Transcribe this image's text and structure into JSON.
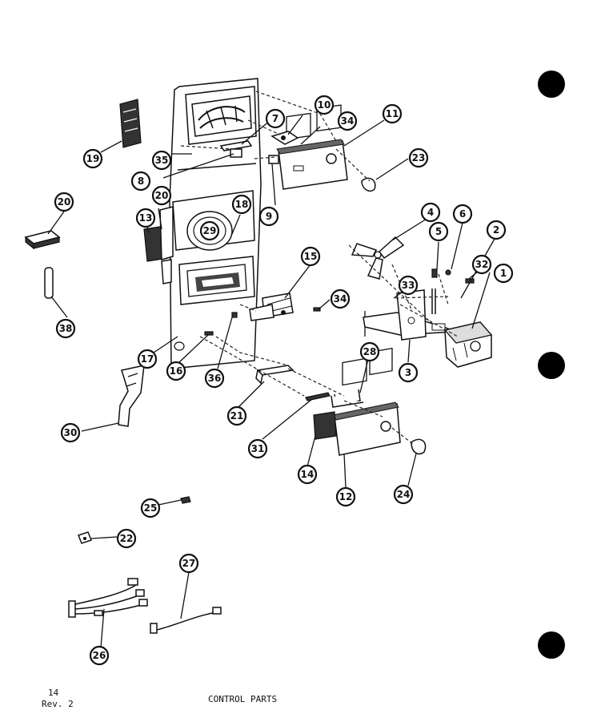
{
  "footer": {
    "page_number": "14",
    "revision": "Rev. 2",
    "title": "CONTROL PARTS"
  },
  "callouts": [
    {
      "id": "c1",
      "label": "1"
    },
    {
      "id": "c2",
      "label": "2"
    },
    {
      "id": "c3",
      "label": "3"
    },
    {
      "id": "c4",
      "label": "4"
    },
    {
      "id": "c5",
      "label": "5"
    },
    {
      "id": "c6",
      "label": "6"
    },
    {
      "id": "c7",
      "label": "7"
    },
    {
      "id": "c8",
      "label": "8"
    },
    {
      "id": "c9",
      "label": "9"
    },
    {
      "id": "c10",
      "label": "10"
    },
    {
      "id": "c11",
      "label": "11"
    },
    {
      "id": "c12",
      "label": "12"
    },
    {
      "id": "c13",
      "label": "13"
    },
    {
      "id": "c14",
      "label": "14"
    },
    {
      "id": "c15",
      "label": "15"
    },
    {
      "id": "c16",
      "label": "16"
    },
    {
      "id": "c17",
      "label": "17"
    },
    {
      "id": "c18",
      "label": "18"
    },
    {
      "id": "c19",
      "label": "19"
    },
    {
      "id": "c20a",
      "label": "20"
    },
    {
      "id": "c20b",
      "label": "20"
    },
    {
      "id": "c21",
      "label": "21"
    },
    {
      "id": "c22",
      "label": "22"
    },
    {
      "id": "c23",
      "label": "23"
    },
    {
      "id": "c24",
      "label": "24"
    },
    {
      "id": "c25",
      "label": "25"
    },
    {
      "id": "c26",
      "label": "26"
    },
    {
      "id": "c27",
      "label": "27"
    },
    {
      "id": "c28",
      "label": "28"
    },
    {
      "id": "c29",
      "label": "29"
    },
    {
      "id": "c30",
      "label": "30"
    },
    {
      "id": "c31",
      "label": "31"
    },
    {
      "id": "c32",
      "label": "32"
    },
    {
      "id": "c33",
      "label": "33"
    },
    {
      "id": "c34a",
      "label": "34"
    },
    {
      "id": "c34b",
      "label": "34"
    },
    {
      "id": "c35",
      "label": "35"
    },
    {
      "id": "c36",
      "label": "36"
    },
    {
      "id": "c38",
      "label": "38"
    }
  ]
}
